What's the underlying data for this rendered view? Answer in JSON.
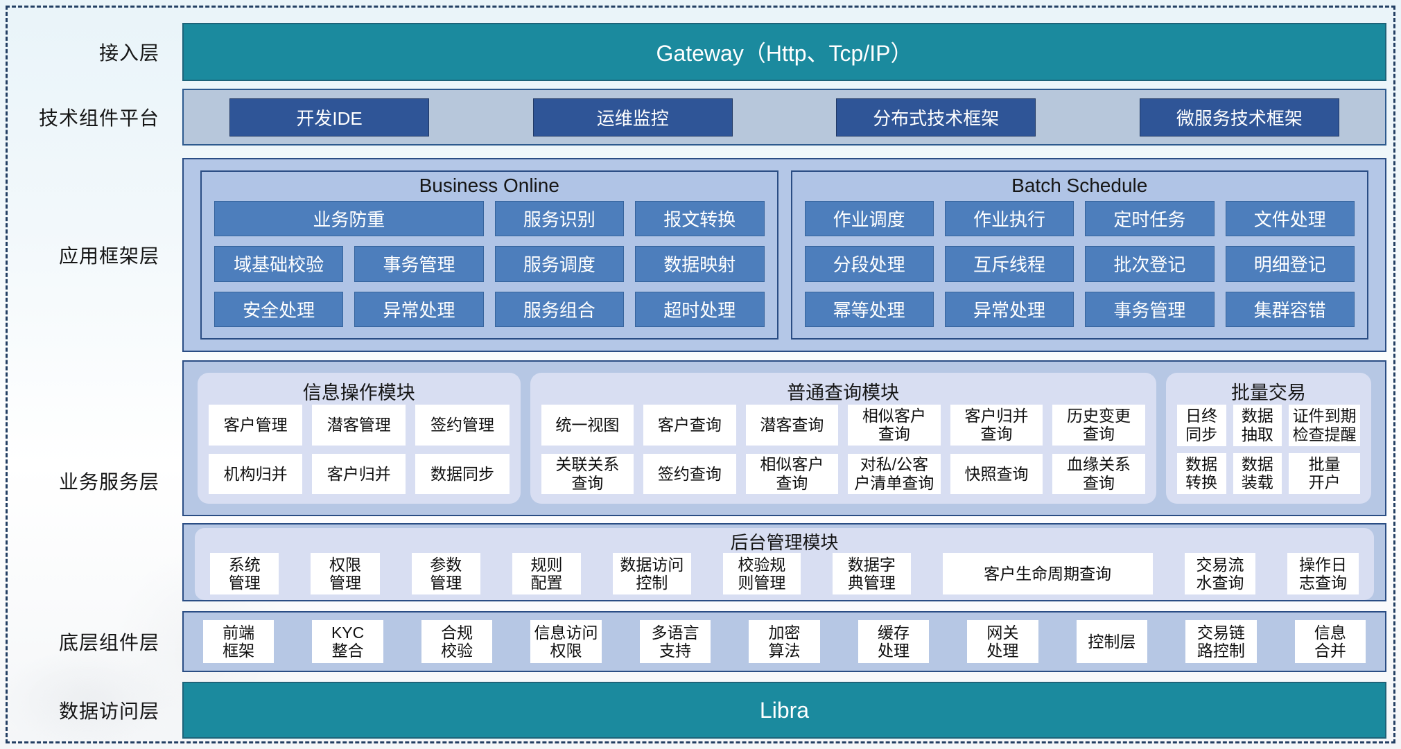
{
  "colors": {
    "teal_bar": "#1b8a9e",
    "navy_box": "#2f5597",
    "medium_blue_box": "#4d7ebc",
    "light_blue_container": "#b4c7e7",
    "panel_lavender": "#d8def2",
    "container_border": "#2a4d84",
    "dashed_frame": "#233f63",
    "white_box": "#ffffff"
  },
  "layers": {
    "access": {
      "label": "接入层",
      "bar": "Gateway（Http、Tcp/IP）"
    },
    "tech": {
      "label": "技术组件平台",
      "items": [
        "开发IDE",
        "运维监控",
        "分布式技术框架",
        "微服务技术框架"
      ]
    },
    "app_framework": {
      "label": "应用框架层",
      "business_online": {
        "title": "Business Online",
        "rows": [
          [
            "业务防重",
            "服务识别",
            "报文转换"
          ],
          [
            "域基础校验",
            "事务管理",
            "服务调度",
            "数据映射"
          ],
          [
            "安全处理",
            "异常处理",
            "服务组合",
            "超时处理"
          ]
        ]
      },
      "batch_schedule": {
        "title": "Batch Schedule",
        "rows": [
          [
            "作业调度",
            "作业执行",
            "定时任务",
            "文件处理"
          ],
          [
            "分段处理",
            "互斥线程",
            "批次登记",
            "明细登记"
          ],
          [
            "幂等处理",
            "异常处理",
            "事务管理",
            "集群容错"
          ]
        ]
      }
    },
    "business_service": {
      "label": "业务服务层",
      "info_module": {
        "title": "信息操作模块",
        "rows": [
          [
            "客户管理",
            "潜客管理",
            "签约管理"
          ],
          [
            "机构归并",
            "客户归并",
            "数据同步"
          ]
        ]
      },
      "query_module": {
        "title": "普通查询模块",
        "rows": [
          [
            "统一视图",
            "客户查询",
            "潜客查询",
            "相似客户\n查询",
            "客户归并\n查询",
            "历史变更\n查询"
          ],
          [
            "关联关系\n查询",
            "签约查询",
            "相似客户\n查询",
            "对私/公客\n户清单查询",
            "快照查询",
            "血缘关系\n查询"
          ]
        ]
      },
      "batch_trade": {
        "title": "批量交易",
        "rows": [
          [
            "日终\n同步",
            "数据\n抽取",
            "证件到期\n检查提醒"
          ],
          [
            "数据\n转换",
            "数据\n装载",
            "批量\n开户"
          ]
        ]
      },
      "admin_module": {
        "title": "后台管理模块",
        "items": [
          "系统\n管理",
          "权限\n管理",
          "参数\n管理",
          "规则\n配置",
          "数据访问\n控制",
          "校验规\n则管理",
          "数据字\n典管理",
          "客户生命周期查询",
          "交易流\n水查询",
          "操作日\n志查询"
        ]
      }
    },
    "base_components": {
      "label": "底层组件层",
      "items": [
        "前端\n框架",
        "KYC\n整合",
        "合规\n校验",
        "信息访问\n权限",
        "多语言\n支持",
        "加密\n算法",
        "缓存\n处理",
        "网关\n处理",
        "控制层",
        "交易链\n路控制",
        "信息\n合并"
      ]
    },
    "data_access": {
      "label": "数据访问层",
      "bar": "Libra"
    }
  }
}
